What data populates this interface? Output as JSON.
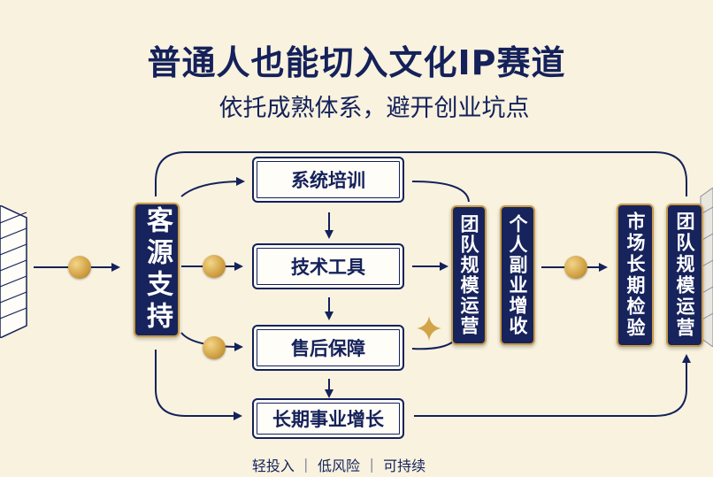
{
  "title": "普通人也能切入文化IP赛道",
  "subtitle": "依托成熟体系，避开创业坑点",
  "footer": "轻投入 ｜ 低风险 ｜ 可持续",
  "pillars": {
    "customer_source": "客源支持",
    "team_ops_1": "团队规模运营",
    "side_income": "个人副业增收",
    "market_test": "市场长期检验",
    "team_ops_2": "团队规模运营"
  },
  "boxes": {
    "training": "系统培训",
    "tools": "技术工具",
    "after_sales": "售后保障",
    "growth": "长期事业增长"
  },
  "colors": {
    "navy": "#17235c",
    "gold": "#d3a447",
    "background": "#f8f2df"
  }
}
